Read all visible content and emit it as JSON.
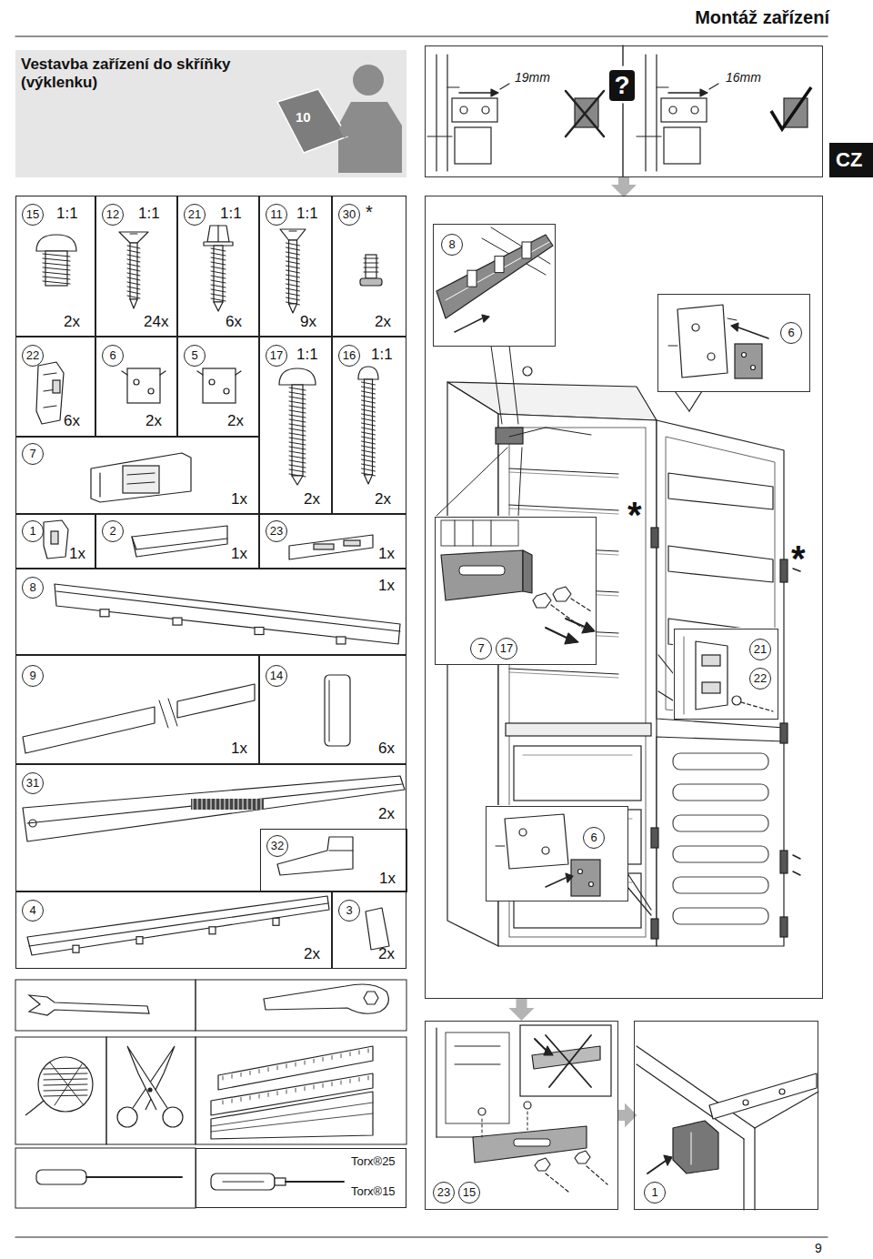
{
  "diagram": {
    "title": "Montáž zařízení",
    "nodes": [
      {
        "text": [
          "Vestavba zařízení do skříňky (výklenku)"
        ]
      },
      {
        "text": [
          "19mm",
          "?",
          "16mm"
        ]
      },
      {
        "text": [
          "CZ"
        ]
      },
      {
        "text": [
          "15",
          "1:1",
          "2x"
        ]
      },
      {
        "text": [
          "12",
          "1:1",
          "24x"
        ]
      },
      {
        "text": [
          "21",
          "1:1",
          "6x"
        ]
      },
      {
        "text": [
          "11",
          "1:1",
          "9x"
        ]
      },
      {
        "text": [
          "30",
          "*",
          "2x"
        ]
      },
      {
        "text": [
          "22",
          "6x"
        ]
      },
      {
        "text": [
          "6",
          "2x"
        ]
      },
      {
        "text": [
          "5",
          "2x"
        ]
      },
      {
        "text": [
          "17",
          "1:1",
          "2x"
        ]
      },
      {
        "text": [
          "16",
          "1:1",
          "2x"
        ]
      },
      {
        "text": [
          "7",
          "1x"
        ]
      },
      {
        "text": [
          "1",
          "1x"
        ]
      },
      {
        "text": [
          "2",
          "1x"
        ]
      },
      {
        "text": [
          "23",
          "1x"
        ]
      },
      {
        "text": [
          "8",
          "1x"
        ]
      },
      {
        "text": [
          "9",
          "1x"
        ]
      },
      {
        "text": [
          "14",
          "6x"
        ]
      },
      {
        "text": [
          "31",
          "2x"
        ]
      },
      {
        "text": [
          "32",
          "1x"
        ],
        "in": 20
      },
      {
        "text": [
          "4",
          "2x"
        ]
      },
      {
        "text": [
          "3",
          "2x"
        ]
      },
      {
        "text": [
          "Torx®25",
          "Torx®15"
        ]
      },
      {
        "text": [
          "*",
          "*"
        ]
      },
      {
        "text": [
          "8"
        ],
        "in": 25
      },
      {
        "text": [
          "6"
        ],
        "in": 25
      },
      {
        "text": [
          "7",
          "17"
        ],
        "in": 25
      },
      {
        "text": [
          "21",
          "22"
        ],
        "in": 25
      },
      {
        "text": [
          "6"
        ],
        "in": 25
      },
      {
        "text": [
          "23",
          "15"
        ]
      },
      {
        "text": [
          "1"
        ]
      }
    ],
    "edges": [
      {
        "from": 1,
        "to": 25,
        "arrow": "to"
      },
      {
        "from": 25,
        "to": 31,
        "arrow": "to"
      },
      {
        "from": 31,
        "to": 32,
        "arrow": "to"
      }
    ],
    "labels": [
      "10",
      "9"
    ]
  }
}
